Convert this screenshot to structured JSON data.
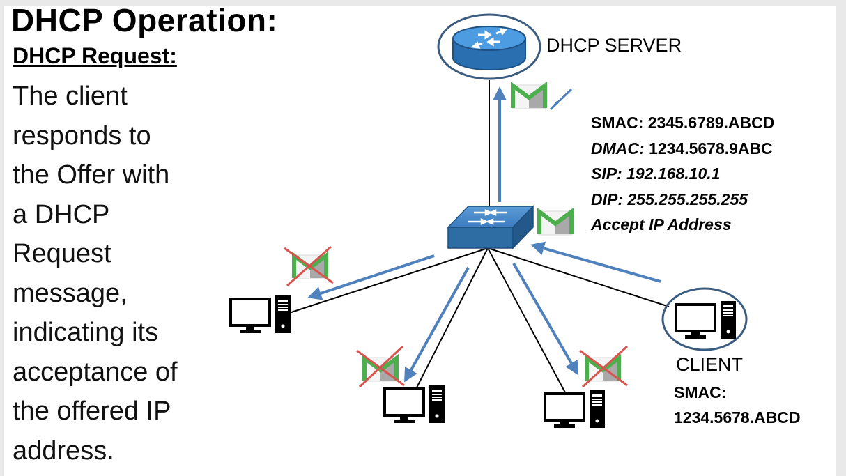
{
  "title": "DHCP Operation:",
  "subtitle": "DHCP Request:",
  "description_lines": [
    "The client",
    "responds to",
    "the Offer with",
    "a DHCP",
    "Request",
    "message,",
    "indicating its",
    "acceptance of",
    "the offered IP",
    "address."
  ],
  "server_label": "DHCP SERVER",
  "frame_info": {
    "smac": "SMAC: 2345.6789.ABCD",
    "dmac_key": "DMAC:",
    "dmac_value": " 1234.5678.9ABC",
    "sip": "SIP: 192.168.10.1",
    "dip": "DIP: 255.255.255.255",
    "note": "Accept IP Address"
  },
  "client": {
    "label": "CLIENT",
    "smac_label": "SMAC:",
    "smac_value": "1234.5678.ABCD"
  },
  "colors": {
    "arrow": "#4f81bd",
    "server": "#2a7bc4",
    "switch": "#2e75b6",
    "envelope_green": "#5cb85c",
    "cross": "#d9534f",
    "ellipse": "#3b5b7f"
  }
}
